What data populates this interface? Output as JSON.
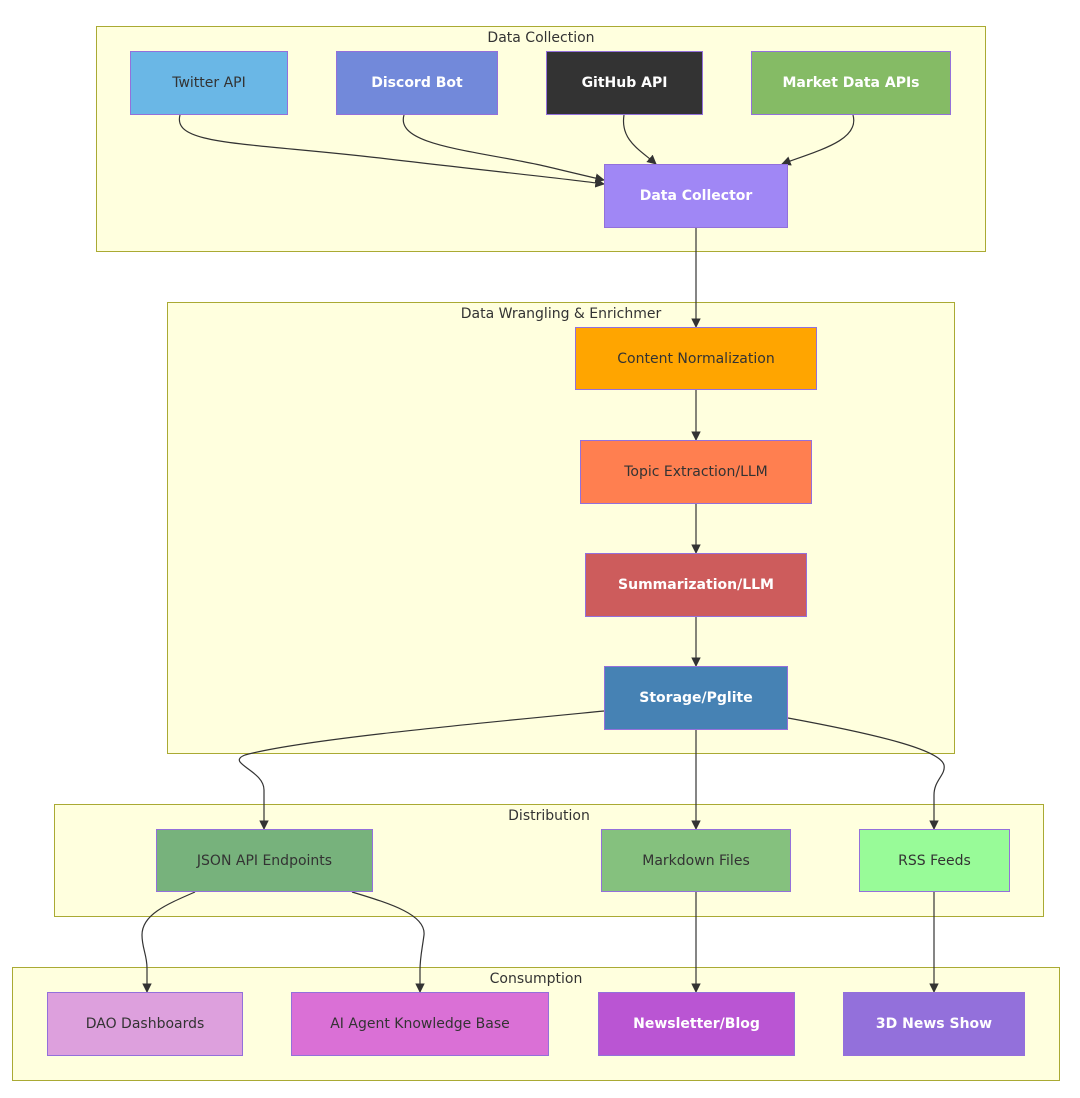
{
  "subgraphs": {
    "collection": "Data Collection",
    "wrangling": "Data Wrangling & Enrichmer",
    "distribution": "Distribution",
    "consumption": "Consumption"
  },
  "nodes": {
    "twitter_api": {
      "label": "Twitter API",
      "fill": "#6ab7e6"
    },
    "discord_bot": {
      "label": "Discord Bot",
      "fill": "#7289da"
    },
    "github_api": {
      "label": "GitHub API",
      "fill": "#333333"
    },
    "market_data_apis": {
      "label": "Market Data APIs",
      "fill": "#85bb65"
    },
    "data_collector": {
      "label": "Data Collector",
      "fill": "#a087f5"
    },
    "content_normalization": {
      "label": "Content Normalization",
      "fill": "#ffa500"
    },
    "topic_extraction": {
      "label": "Topic Extraction/LLM",
      "fill": "#ff7f50"
    },
    "summarization": {
      "label": "Summarization/LLM",
      "fill": "#cd5c5c"
    },
    "storage": {
      "label": "Storage/Pglite",
      "fill": "#4682b4"
    },
    "json_api": {
      "label": "JSON API Endpoints",
      "fill": "#77b27c"
    },
    "markdown_files": {
      "label": "Markdown Files",
      "fill": "#85c17e"
    },
    "rss_feeds": {
      "label": "RSS Feeds",
      "fill": "#98fb98"
    },
    "dao_dashboards": {
      "label": "DAO Dashboards",
      "fill": "#dda0dd"
    },
    "ai_agent_kb": {
      "label": "AI Agent Knowledge Base",
      "fill": "#da70d6"
    },
    "newsletter_blog": {
      "label": "Newsletter/Blog",
      "fill": "#ba55d3"
    },
    "news_show_3d": {
      "label": "3D News Show",
      "fill": "#9370db"
    }
  },
  "edges": [
    {
      "from": "twitter_api",
      "to": "data_collector"
    },
    {
      "from": "discord_bot",
      "to": "data_collector"
    },
    {
      "from": "github_api",
      "to": "data_collector"
    },
    {
      "from": "market_data_apis",
      "to": "data_collector"
    },
    {
      "from": "data_collector",
      "to": "content_normalization"
    },
    {
      "from": "content_normalization",
      "to": "topic_extraction"
    },
    {
      "from": "topic_extraction",
      "to": "summarization"
    },
    {
      "from": "summarization",
      "to": "storage"
    },
    {
      "from": "storage",
      "to": "json_api"
    },
    {
      "from": "storage",
      "to": "markdown_files"
    },
    {
      "from": "storage",
      "to": "rss_feeds"
    },
    {
      "from": "json_api",
      "to": "dao_dashboards"
    },
    {
      "from": "json_api",
      "to": "ai_agent_kb"
    },
    {
      "from": "markdown_files",
      "to": "newsletter_blog"
    },
    {
      "from": "rss_feeds",
      "to": "news_show_3d"
    }
  ]
}
